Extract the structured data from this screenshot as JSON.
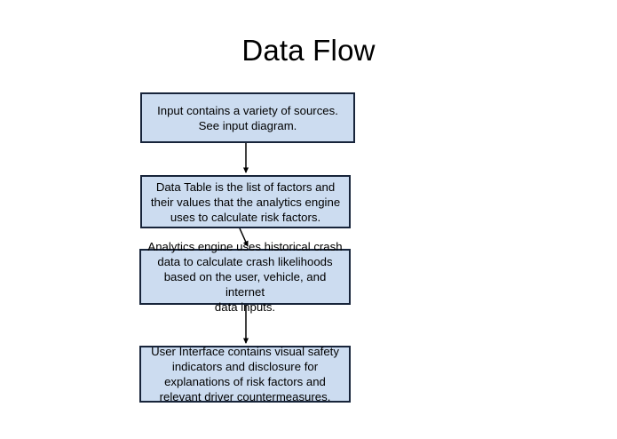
{
  "title": "Data Flow",
  "colors": {
    "box_fill": "#ccdcf0",
    "box_border": "#17243a",
    "text": "#000000",
    "background": "#ffffff",
    "arrow": "#000000"
  },
  "flow": {
    "nodes": [
      {
        "id": "input",
        "label": "Input contains a variety of sources.\nSee input diagram."
      },
      {
        "id": "data-table",
        "label": "Data Table is the list of factors and\ntheir values that  the analytics engine\nuses to calculate risk factors."
      },
      {
        "id": "analytics-engine",
        "label": "Analytics engine uses historical crash\ndata to calculate crash likelihoods\nbased on the user, vehicle, and internet\ndata inputs."
      },
      {
        "id": "user-interface",
        "label": "User Interface contains visual safety\nindicators and disclosure for\nexplanations of risk factors and\nrelevant driver countermeasures."
      }
    ],
    "connectors": [
      {
        "id": "input-to-data-table",
        "from": "input",
        "to": "data-table",
        "style": "arrow"
      },
      {
        "id": "data-table-to-analytics",
        "from": "data-table",
        "to": "analytics-engine",
        "style": "arrow"
      },
      {
        "id": "analytics-to-user-interface",
        "from": "analytics-engine",
        "to": "user-interface",
        "style": "arrow"
      }
    ]
  }
}
